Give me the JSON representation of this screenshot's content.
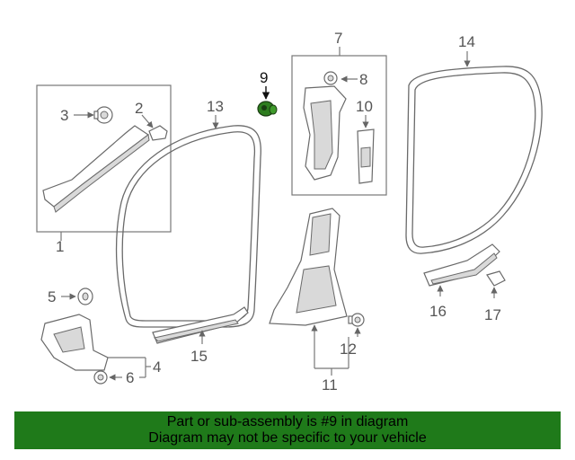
{
  "callouts": {
    "c1": "1",
    "c2": "2",
    "c3": "3",
    "c4": "4",
    "c5": "5",
    "c6": "6",
    "c7": "7",
    "c8": "8",
    "c9": "9",
    "c10": "10",
    "c11": "11",
    "c12": "12",
    "c13": "13",
    "c14": "14",
    "c15": "15",
    "c16": "16",
    "c17": "17"
  },
  "highlight_color": "#2e7d1f",
  "banner": {
    "line1": "Part or sub-assembly is #9 in diagram",
    "line2": "Diagram may not be specific to your vehicle",
    "color": "#1f7a1a"
  }
}
